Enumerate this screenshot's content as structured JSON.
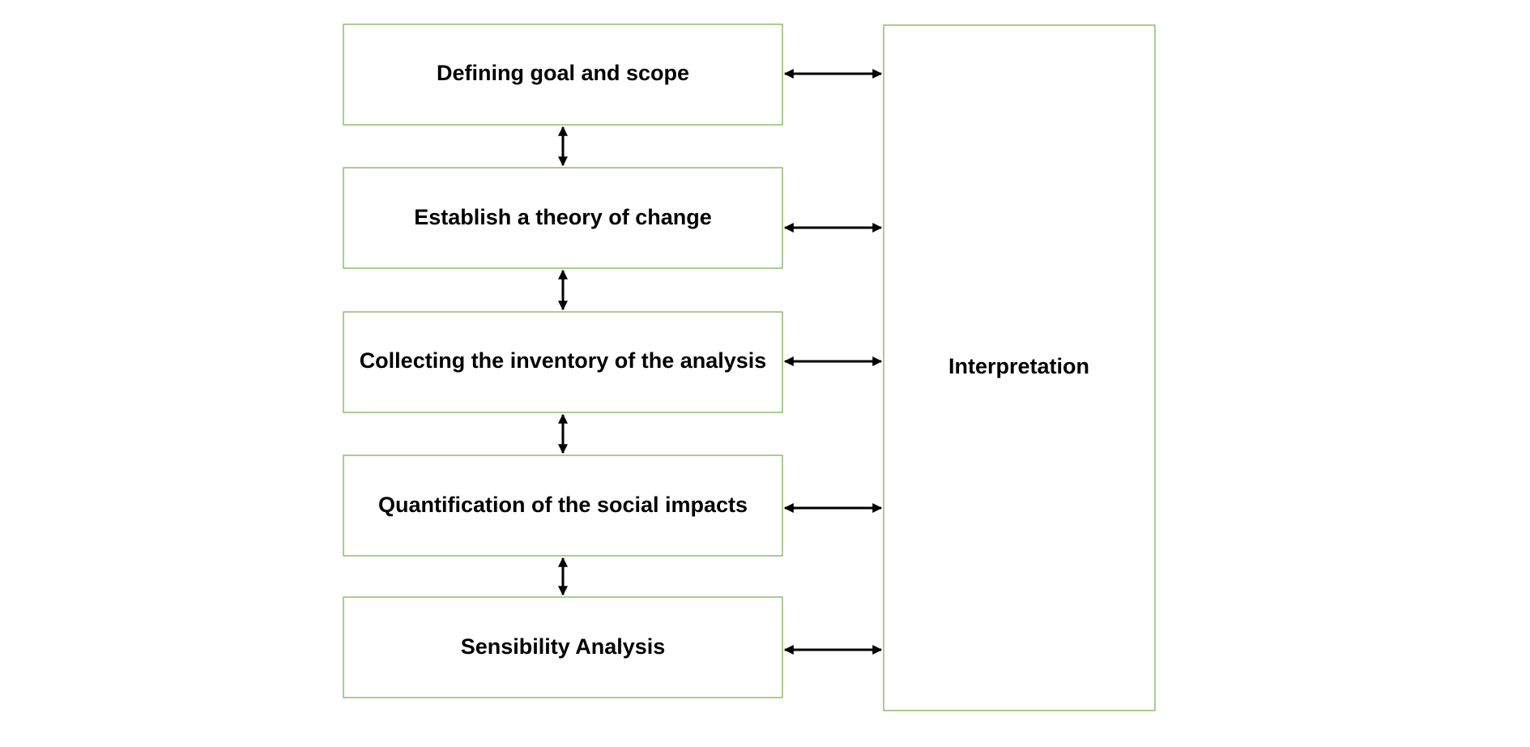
{
  "diagram": {
    "stages": [
      {
        "label": "Defining goal and scope"
      },
      {
        "label": "Establish a theory of change"
      },
      {
        "label": "Collecting the inventory of the analysis"
      },
      {
        "label": "Quantification of the social impacts"
      },
      {
        "label": "Sensibility Analysis"
      }
    ],
    "interpretation": {
      "label": "Interpretation"
    },
    "colors": {
      "box_border": "#70AD47",
      "arrow": "#000000",
      "text": "#000000"
    }
  }
}
